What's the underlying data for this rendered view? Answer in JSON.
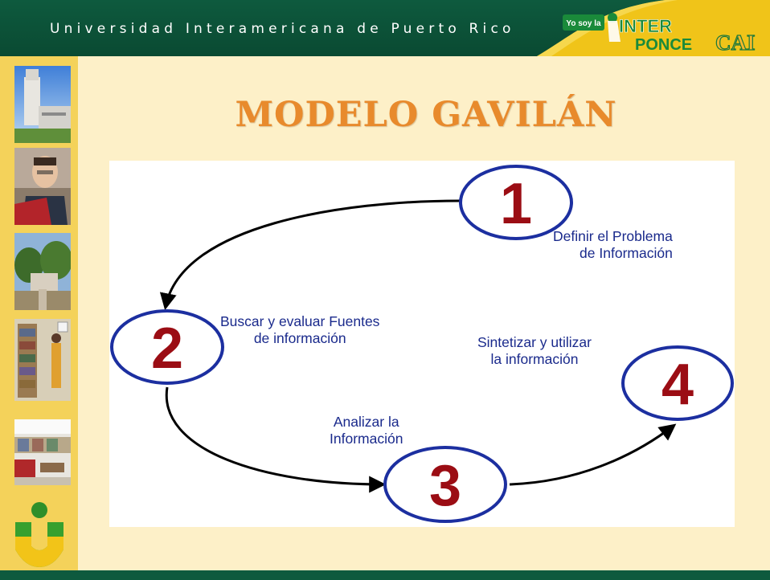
{
  "header": {
    "university": "Universidad Interamericana de Puerto Rico",
    "logo_tagline": "Yo soy la",
    "logo_inter": "INTER",
    "logo_ponce": "PONCE",
    "logo_cai": "CAI"
  },
  "title": "MODELO GAVILÁN",
  "diagram": {
    "steps": [
      {
        "number": "1",
        "label": [
          "Definir el Problema",
          "de Información"
        ]
      },
      {
        "number": "2",
        "label": [
          "Buscar y evaluar Fuentes",
          "de información"
        ]
      },
      {
        "number": "3",
        "label": [
          "Analizar la",
          "Información"
        ]
      },
      {
        "number": "4",
        "label": [
          "Sintetizar y utilizar",
          "la información"
        ]
      }
    ]
  },
  "colors": {
    "header_green": "#0e5a3e",
    "sidebar_gold": "#f4d25a",
    "background": "#fdf0c8",
    "title_orange": "#e88a2c",
    "circle_border": "#1c2fa0",
    "number_red": "#9b0d14",
    "label_blue": "#1a2a8c"
  },
  "icons": [
    "campus-building-photo",
    "student-reading-photo",
    "campus-trees-photo",
    "library-stacks-photo",
    "library-interior-photo",
    "university-u-logo"
  ]
}
